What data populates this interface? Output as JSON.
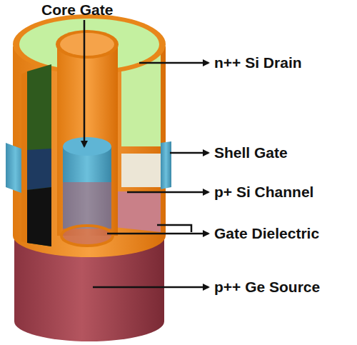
{
  "diagram": {
    "labels": [
      "Core Gate",
      "n++ Si Drain",
      "Shell Gate",
      "p+ Si Channel",
      "Gate Dielectric",
      "p++ Ge Source"
    ]
  }
}
